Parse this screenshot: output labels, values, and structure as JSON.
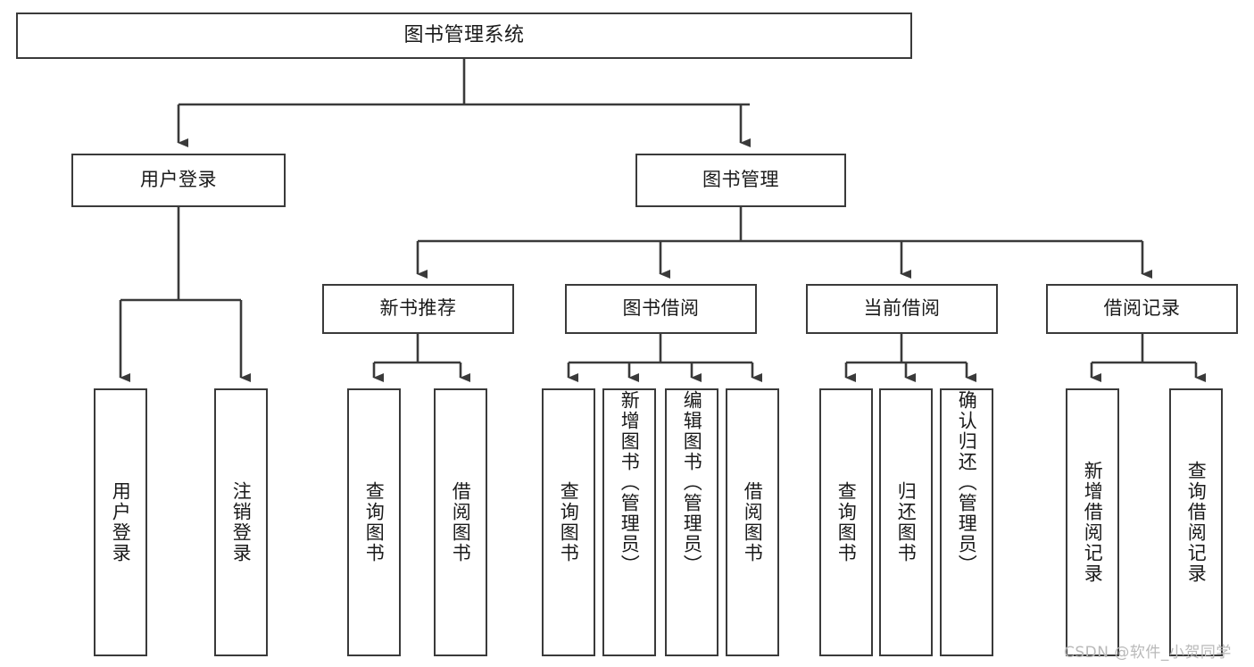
{
  "diagram": {
    "type": "tree-hierarchy-chart",
    "title": "图书管理系统",
    "root": {
      "id": "root",
      "label": "图书管理系统"
    },
    "level1": [
      {
        "id": "user-login",
        "label": "用户登录"
      },
      {
        "id": "book-manage",
        "label": "图书管理"
      }
    ],
    "level2": [
      {
        "id": "new-book-recommend",
        "label": "新书推荐",
        "parent": "book-manage"
      },
      {
        "id": "book-borrow",
        "label": "图书借阅",
        "parent": "book-manage"
      },
      {
        "id": "current-borrow",
        "label": "当前借阅",
        "parent": "book-manage"
      },
      {
        "id": "borrow-record",
        "label": "借阅记录",
        "parent": "book-manage"
      }
    ],
    "leaves": {
      "user_login": [
        {
          "id": "leaf-user-login",
          "label": "用户登录"
        },
        {
          "id": "leaf-user-logout",
          "label": "注销登录"
        }
      ],
      "new_book_recommend": [
        {
          "id": "leaf-query-book-1",
          "label": "查询图书"
        },
        {
          "id": "leaf-borrow-book-1",
          "label": "借阅图书"
        }
      ],
      "book_borrow": [
        {
          "id": "leaf-query-book-2",
          "label": "查询图书"
        },
        {
          "id": "leaf-add-book",
          "label": "新增图书（管理员）"
        },
        {
          "id": "leaf-edit-book",
          "label": "编辑图书（管理员）"
        },
        {
          "id": "leaf-borrow-book-2",
          "label": "借阅图书"
        }
      ],
      "current_borrow": [
        {
          "id": "leaf-query-book-3",
          "label": "查询图书"
        },
        {
          "id": "leaf-return-book",
          "label": "归还图书"
        },
        {
          "id": "leaf-confirm-return",
          "label": "确认归还（管理员）"
        }
      ],
      "borrow_record": [
        {
          "id": "leaf-add-record",
          "label": "新增借阅记录"
        },
        {
          "id": "leaf-query-record",
          "label": "查询借阅记录"
        }
      ]
    }
  },
  "watermark": {
    "text": "CSDN @软件_小贺同学"
  },
  "colors": {
    "stroke": "#3a3a3a",
    "fill": "#ffffff",
    "text": "#1a1a1a",
    "watermark": "#b9b9b9"
  }
}
